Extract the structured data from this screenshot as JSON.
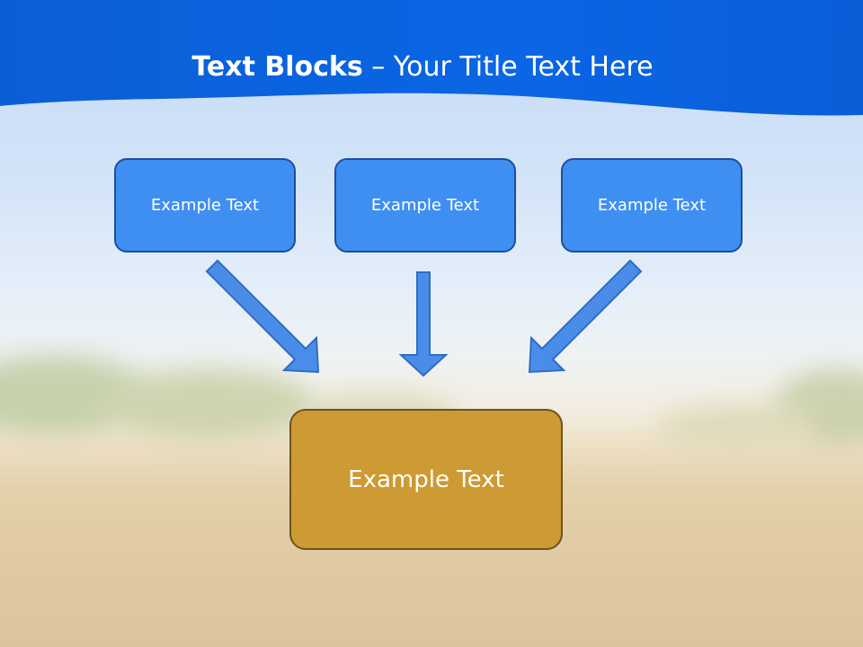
{
  "title": {
    "bold": "Text Blocks",
    "rest": " – Your Title Text Here"
  },
  "boxes": {
    "top": [
      {
        "label": "Example Text"
      },
      {
        "label": "Example Text"
      },
      {
        "label": "Example Text"
      }
    ],
    "bottom": {
      "label": "Example Text"
    }
  },
  "colors": {
    "header_blue": "#0a5fd8",
    "box_blue": "#3f8ff2",
    "box_blue_border": "#1c4f9a",
    "box_gold": "#cd9a33",
    "box_gold_border": "#6a5420",
    "arrow_fill": "#4a8de8",
    "arrow_stroke": "#2f6cc4"
  }
}
